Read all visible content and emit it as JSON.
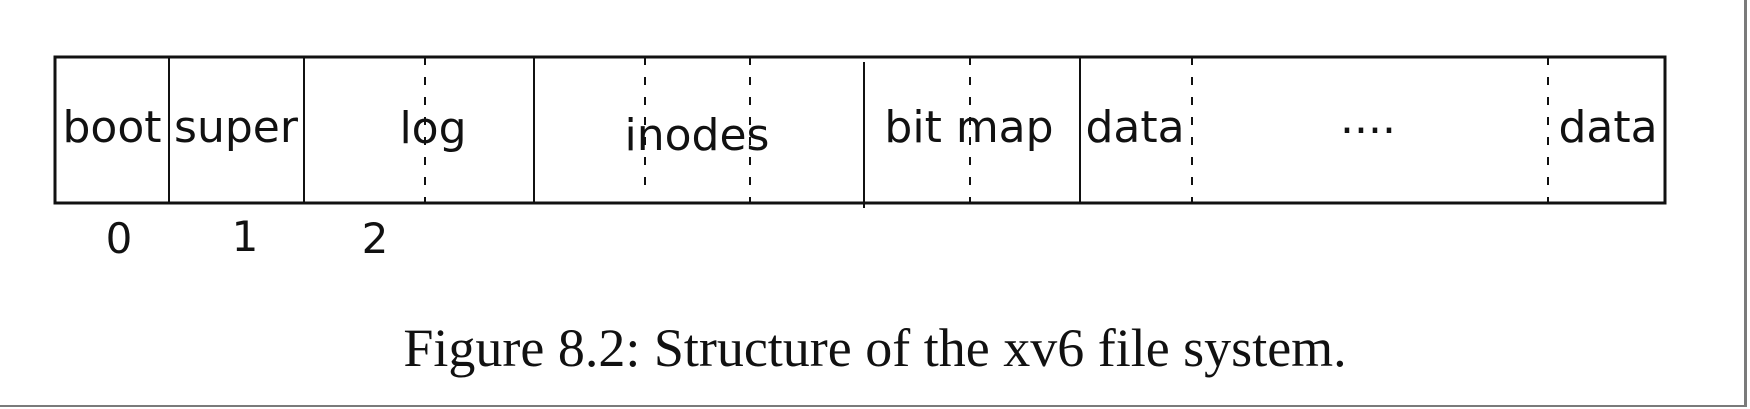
{
  "diagram": {
    "regions": [
      {
        "id": "boot",
        "label": "boot"
      },
      {
        "id": "super",
        "label": "super"
      },
      {
        "id": "log",
        "label": "log"
      },
      {
        "id": "inodes",
        "label": "inodes"
      },
      {
        "id": "bitmap",
        "label": "bit map"
      },
      {
        "id": "data-first",
        "label": "data"
      },
      {
        "id": "ellipsis",
        "label": "...."
      },
      {
        "id": "data-last",
        "label": "data"
      }
    ],
    "block_numbers": [
      "0",
      "1",
      "2"
    ],
    "colors": {
      "line": "#111111",
      "text": "#111111",
      "background": "#ffffff"
    }
  },
  "caption": "Figure 8.2: Structure of the xv6 file system."
}
